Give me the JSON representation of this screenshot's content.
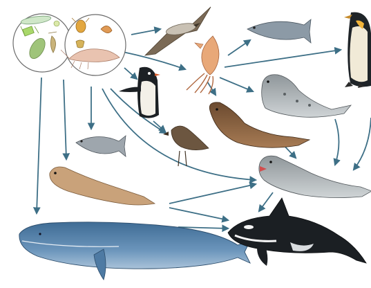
{
  "diagram": {
    "type": "food-web",
    "arrow_color": "#3d6f86",
    "organisms": [
      {
        "id": "phytoplankton",
        "icon": "phytoplankton-icon"
      },
      {
        "id": "zooplankton-krill",
        "icon": "krill-icon"
      },
      {
        "id": "petrel",
        "icon": "petrel-icon"
      },
      {
        "id": "squid",
        "icon": "squid-icon"
      },
      {
        "id": "fish-top",
        "icon": "fish-icon"
      },
      {
        "id": "emperor-penguin",
        "icon": "emperor-penguin-icon"
      },
      {
        "id": "adelie-penguin",
        "icon": "adelie-penguin-icon"
      },
      {
        "id": "weddell-seal",
        "icon": "weddell-seal-icon"
      },
      {
        "id": "elephant-seal",
        "icon": "elephant-seal-icon"
      },
      {
        "id": "skua",
        "icon": "skua-icon"
      },
      {
        "id": "fish-small",
        "icon": "fish-icon"
      },
      {
        "id": "crabeater-seal",
        "icon": "crabeater-seal-icon"
      },
      {
        "id": "leopard-seal",
        "icon": "leopard-seal-icon"
      },
      {
        "id": "blue-whale",
        "icon": "blue-whale-icon"
      },
      {
        "id": "killer-whale",
        "icon": "killer-whale-icon"
      }
    ]
  }
}
